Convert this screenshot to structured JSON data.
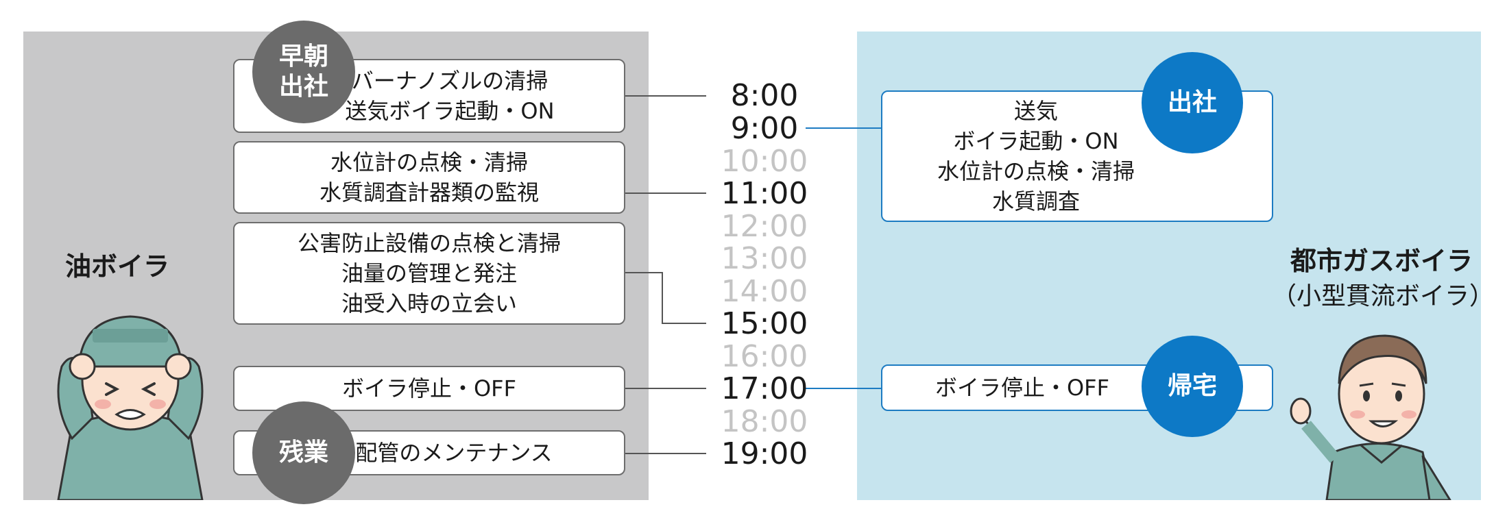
{
  "left": {
    "title": "油ボイラ",
    "tasks": [
      {
        "lines": [
          "バーナノズルの清掃",
          "送気ボイラ起動・ON"
        ],
        "time": "8:00"
      },
      {
        "lines": [
          "水位計の点検・清掃",
          "水質調査計器類の監視"
        ],
        "time": "11:00"
      },
      {
        "lines": [
          "公害防止設備の点検と清掃",
          "油量の管理と発注",
          "油受入時の立会い"
        ],
        "time": "15:00"
      },
      {
        "lines": [
          "ボイラ停止・OFF"
        ],
        "time": "17:00"
      },
      {
        "lines": [
          "油配管のメンテナンス"
        ],
        "time": "19:00"
      }
    ],
    "badges": {
      "early": [
        "早朝",
        "出社"
      ],
      "overtime": "残業"
    }
  },
  "right": {
    "title": "都市ガスボイラ",
    "subtitle": "（小型貫流ボイラ）",
    "tasks": [
      {
        "lines": [
          "送気",
          "ボイラ起動・ON",
          "水位計の点検・清掃",
          "水質調査"
        ],
        "time": "9:00"
      },
      {
        "lines": [
          "ボイラ停止・OFF"
        ],
        "time": "17:00"
      }
    ],
    "badges": {
      "arrive": "出社",
      "leave": "帰宅"
    }
  },
  "timeline": {
    "times": [
      {
        "label": "8:00",
        "active": true
      },
      {
        "label": "9:00",
        "active": true
      },
      {
        "label": "10:00",
        "active": false
      },
      {
        "label": "11:00",
        "active": true
      },
      {
        "label": "12:00",
        "active": false
      },
      {
        "label": "13:00",
        "active": false
      },
      {
        "label": "14:00",
        "active": false
      },
      {
        "label": "15:00",
        "active": true
      },
      {
        "label": "16:00",
        "active": false
      },
      {
        "label": "17:00",
        "active": true
      },
      {
        "label": "18:00",
        "active": false
      },
      {
        "label": "19:00",
        "active": true
      }
    ]
  },
  "colors": {
    "left_panel": "#c8c8c9",
    "right_panel": "#c6e4ee",
    "accent_blue": "#0d79c6",
    "badge_gray": "#6b6b6b",
    "inactive_time": "#c4c4c4"
  }
}
